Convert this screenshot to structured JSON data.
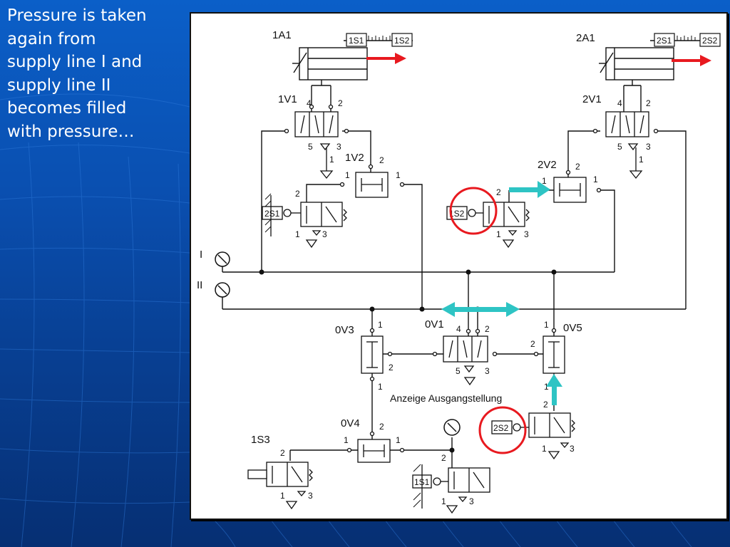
{
  "caption": {
    "lines": [
      "Pressure is taken",
      "again from",
      "supply line I and",
      "supply line II",
      "becomes filled",
      "with pressure…"
    ]
  },
  "diagram": {
    "component_labels": {
      "cyl1": "1A1",
      "cyl2": "2A1",
      "valve1v1": "1V1",
      "valve2v1": "2V1",
      "valve1v2": "1V2",
      "valve2v2": "2V2",
      "valve0v1": "0V1",
      "valve0v3": "0V3",
      "valve0v4": "0V4",
      "valve0v5": "0V5",
      "valve1s3": "1S3"
    },
    "sensor_labels": {
      "s1s1_top": "1S1",
      "s1s2_top": "1S2",
      "s2s1_top": "2S1",
      "s2s2_top": "2S2",
      "s2s1_left": "2S1",
      "s1s2_mid": "1S2",
      "s2s2_low": "2S2",
      "s1s1_bottom": "1S1"
    },
    "supply_lines": {
      "line1": "I",
      "line2": "II"
    },
    "note": "Anzeige Ausgangstellung",
    "ports": {
      "p4": "4",
      "p2": "2",
      "p5": "5",
      "p3": "3",
      "p1": "1"
    },
    "colors": {
      "flow_arrow": "#e8191f",
      "highlight_arrow": "#2ec4c4",
      "highlight_circle": "#e8191f"
    }
  }
}
